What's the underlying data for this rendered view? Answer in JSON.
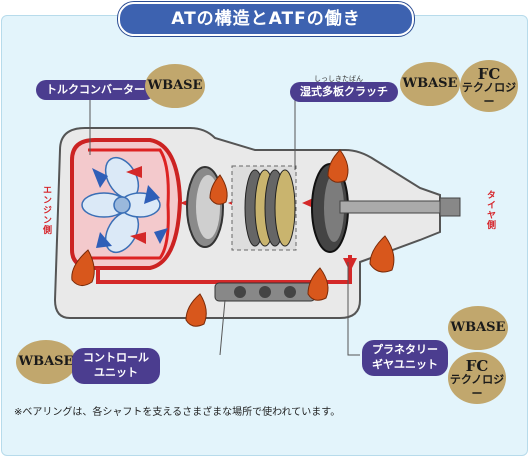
{
  "title": "ATの構造とATFの働き",
  "labels": {
    "torque_converter": "トルクコンバーター",
    "wet_clutch": "湿式多板クラッチ",
    "wet_clutch_ruby": "しっしきたばん",
    "control_unit_line1": "コントロール",
    "control_unit_line2": "ユニット",
    "planetary_line1": "プラネタリー",
    "planetary_line2": "ギヤユニット",
    "engine_side": "エンジン側",
    "tire_side": "タイヤ側"
  },
  "badges": {
    "wbase": "WBASE",
    "fc_top": "FC",
    "fc_bottom": "テクノロジー"
  },
  "footnote": "※ベアリングは、各シャフトを支えるさまざまな場所で使われています。"
}
